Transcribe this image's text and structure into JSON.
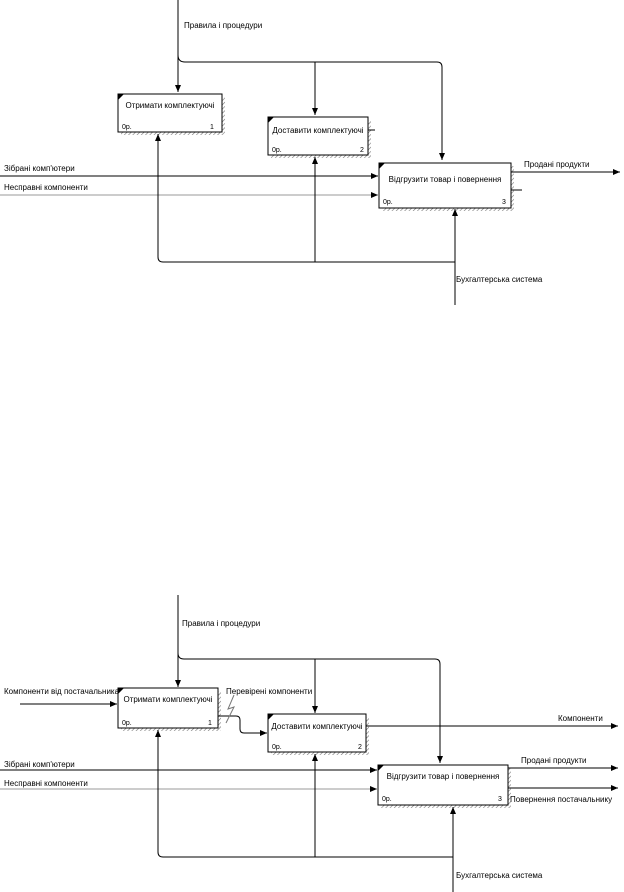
{
  "diagram1": {
    "boxes": [
      {
        "title": "Отримати комплектуючі",
        "cost": "0р.",
        "number": "1"
      },
      {
        "title": "Доставити комплектуючі",
        "cost": "0р.",
        "number": "2"
      },
      {
        "title": "Відгрузити товар і повернення",
        "cost": "0р.",
        "number": "3"
      }
    ],
    "arrows": {
      "control": "Правила і процедури",
      "input_assembled": "Зібрані комп'ютери",
      "input_faulty": "Несправні компоненти",
      "output_sold": "Продані продукти",
      "mechanism": "Бухгалтерська система"
    }
  },
  "diagram2": {
    "boxes": [
      {
        "title": "Отримати комплектуючі",
        "cost": "0р.",
        "number": "1"
      },
      {
        "title": "Доставити комплектуючі",
        "cost": "0р.",
        "number": "2"
      },
      {
        "title": "Відгрузити товар і повернення",
        "cost": "0р.",
        "number": "3"
      }
    ],
    "arrows": {
      "control": "Правила і процедури",
      "input_supplier": "Компоненти від постачальника",
      "checked": "Перевірені компоненти",
      "output_components": "Компоненти",
      "input_assembled": "Зібрані комп'ютери",
      "input_faulty": "Несправні компоненти",
      "output_sold": "Продані продукти",
      "output_return": "Повернення постачальнику",
      "mechanism": "Бухгалтерська система"
    }
  }
}
